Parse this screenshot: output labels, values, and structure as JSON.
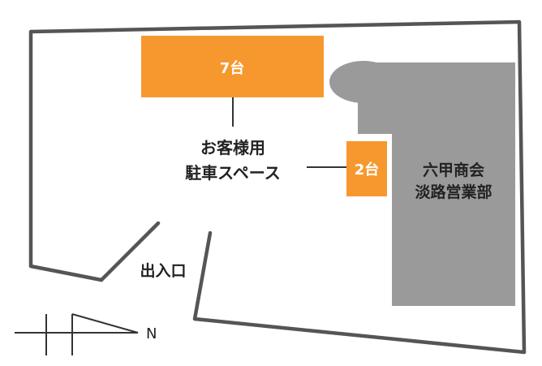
{
  "map": {
    "parking_lot_large": {
      "label": "7台",
      "color": "#F7982F"
    },
    "parking_lot_small": {
      "label": "2台",
      "color": "#F7982F"
    },
    "customer_parking_label": {
      "line1": "お客様用",
      "line2": "駐車スペース"
    },
    "building": {
      "line1": "六甲商会",
      "line2": "淡路営業部",
      "color": "#9A9A9A"
    },
    "entrance_label": "出入口",
    "compass": {
      "north_label": "N"
    },
    "colors": {
      "outline": "#555555",
      "text_dark": "#222222",
      "text_light": "#ffffff"
    }
  }
}
